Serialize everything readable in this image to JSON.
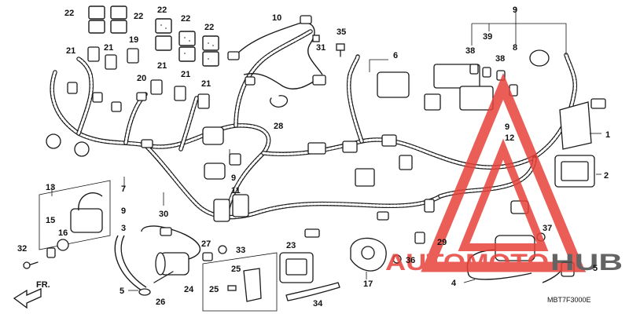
{
  "diagram": {
    "callouts": [
      {
        "id": "c22a",
        "text": "22"
      },
      {
        "id": "c22b",
        "text": "22"
      },
      {
        "id": "c22c",
        "text": "22"
      },
      {
        "id": "c22d",
        "text": "22"
      },
      {
        "id": "c22e",
        "text": "22"
      },
      {
        "id": "c21a",
        "text": "21"
      },
      {
        "id": "c21b",
        "text": "21"
      },
      {
        "id": "c19",
        "text": "19"
      },
      {
        "id": "c20",
        "text": "20"
      },
      {
        "id": "c21c",
        "text": "21"
      },
      {
        "id": "c21d",
        "text": "21"
      },
      {
        "id": "c21e",
        "text": "21"
      },
      {
        "id": "c10",
        "text": "10"
      },
      {
        "id": "c35",
        "text": "35"
      },
      {
        "id": "c31",
        "text": "31"
      },
      {
        "id": "c6",
        "text": "6"
      },
      {
        "id": "c28",
        "text": "28"
      },
      {
        "id": "c9a",
        "text": "9"
      },
      {
        "id": "c38a",
        "text": "38"
      },
      {
        "id": "c39",
        "text": "39"
      },
      {
        "id": "c38b",
        "text": "38"
      },
      {
        "id": "c8",
        "text": "8"
      },
      {
        "id": "c1",
        "text": "1"
      },
      {
        "id": "c2",
        "text": "2"
      },
      {
        "id": "c9b",
        "text": "9"
      },
      {
        "id": "c12",
        "text": "12"
      },
      {
        "id": "c13",
        "text": "13"
      },
      {
        "id": "c7",
        "text": "7"
      },
      {
        "id": "c9c",
        "text": "9"
      },
      {
        "id": "c9d",
        "text": "9"
      },
      {
        "id": "c11",
        "text": "11"
      },
      {
        "id": "c30",
        "text": "30"
      },
      {
        "id": "c15",
        "text": "15"
      },
      {
        "id": "c16",
        "text": "16"
      },
      {
        "id": "c3",
        "text": "3"
      },
      {
        "id": "c32",
        "text": "32"
      },
      {
        "id": "c27",
        "text": "27"
      },
      {
        "id": "c33",
        "text": "33"
      },
      {
        "id": "c23",
        "text": "23"
      },
      {
        "id": "c29",
        "text": "29"
      },
      {
        "id": "c37",
        "text": "37"
      },
      {
        "id": "c36",
        "text": "36"
      },
      {
        "id": "c5a",
        "text": "5"
      },
      {
        "id": "c26",
        "text": "26"
      },
      {
        "id": "c24",
        "text": "24"
      },
      {
        "id": "c25a",
        "text": "25"
      },
      {
        "id": "c25b",
        "text": "25"
      },
      {
        "id": "c34",
        "text": "34"
      },
      {
        "id": "c17",
        "text": "17"
      },
      {
        "id": "c4",
        "text": "4"
      },
      {
        "id": "c5b",
        "text": "5"
      }
    ],
    "direction_label": "FR.",
    "drawing_code": "MBT7F3000E"
  },
  "watermark": {
    "text_left": "AUTO",
    "text_middle": "MOTO",
    "text_right": "HUB",
    "color_primary": "#e8413a",
    "color_secondary": "#4a4a4a"
  }
}
